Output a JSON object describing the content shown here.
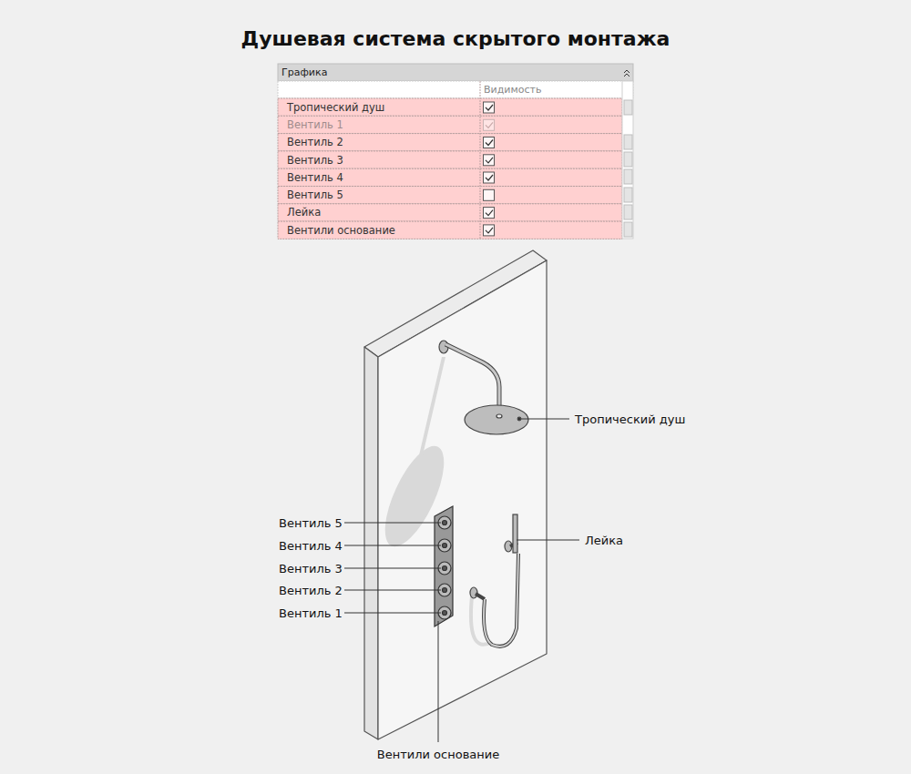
{
  "diagram": {
    "title": "Душевая система скрытого монтажа",
    "labels": [
      "Графика",
      "Видимость",
      "Тропический душ",
      "Вентиль 1",
      "Вентиль 2",
      "Вентиль 3",
      "Вентиль 4",
      "Вентиль 5",
      "Лейка",
      "Вентили основание",
      "Тропический душ",
      "Лейка",
      "Вентиль 5",
      "Вентиль 4",
      "Вентиль 3",
      "Вентиль 2",
      "Вентиль 1",
      "Вентили основание"
    ]
  }
}
